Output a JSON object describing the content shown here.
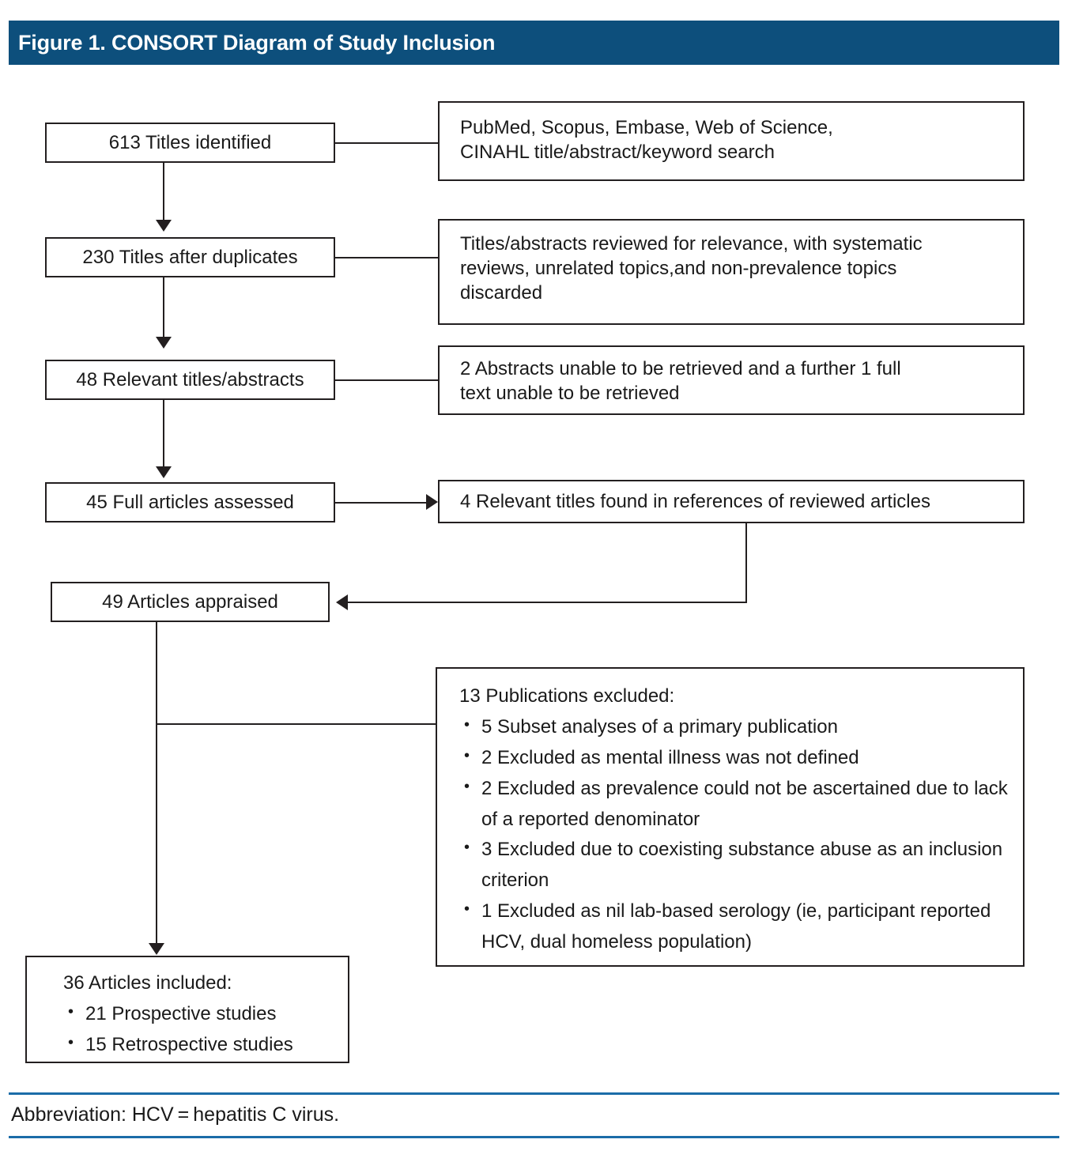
{
  "figure": {
    "title": "Figure 1. CONSORT Diagram of Study Inclusion",
    "header_color": "#0d4f7c",
    "rule_color": "#1b6ca8",
    "box_border_color": "#231f20"
  },
  "flow": {
    "stage_1": {
      "label": "613 Titles identified",
      "note": "PubMed, Scopus, Embase, Web of Science,\nCINAHL title/abstract/keyword search"
    },
    "stage_2": {
      "label": "230 Titles after duplicates",
      "note": "Titles/abstracts reviewed for relevance, with systematic\nreviews, unrelated topics,and non-prevalence topics\ndiscarded"
    },
    "stage_3": {
      "label": "48 Relevant titles/abstracts",
      "note": "2 Abstracts unable to be retrieved and a further 1 full\ntext unable to be retrieved"
    },
    "stage_4": {
      "label": "45 Full articles assessed",
      "note": "4 Relevant titles found in references of reviewed articles"
    },
    "stage_5": {
      "label": "49 Articles appraised"
    },
    "exclusions": {
      "lead": "13 Publications excluded:",
      "items": [
        "5 Subset analyses of a primary publication",
        "2 Excluded as mental illness was not defined",
        "2 Excluded as prevalence could not be ascertained due to lack of a reported denominator",
        "3 Excluded due to coexisting substance abuse as an inclusion criterion",
        "1 Excluded as nil lab-based serology (ie, participant reported HCV, dual homeless population)"
      ]
    },
    "included": {
      "lead": "36 Articles included:",
      "items": [
        "21 Prospective studies",
        "15 Retrospective studies"
      ]
    }
  },
  "footer": {
    "abbreviation": "Abbreviation: HCV = hepatitis C virus."
  },
  "chart_data": {
    "type": "diagram",
    "title": "Figure 1. CONSORT Diagram of Study Inclusion",
    "nodes": [
      {
        "id": "identified",
        "label": "613 Titles identified",
        "value": 613
      },
      {
        "id": "after_duplicates",
        "label": "230 Titles after duplicates",
        "value": 230
      },
      {
        "id": "relevant",
        "label": "48 Relevant titles/abstracts",
        "value": 48
      },
      {
        "id": "full_assessed",
        "label": "45 Full articles assessed",
        "value": 45
      },
      {
        "id": "from_references",
        "label": "4 Relevant titles found in references of reviewed articles",
        "value": 4
      },
      {
        "id": "appraised",
        "label": "49 Articles appraised",
        "value": 49
      },
      {
        "id": "excluded",
        "label": "13 Publications excluded",
        "value": 13
      },
      {
        "id": "included",
        "label": "36 Articles included",
        "value": 36
      }
    ],
    "edges": [
      {
        "from": "identified",
        "to": "after_duplicates"
      },
      {
        "from": "after_duplicates",
        "to": "relevant"
      },
      {
        "from": "relevant",
        "to": "full_assessed"
      },
      {
        "from": "full_assessed",
        "to": "from_references"
      },
      {
        "from": "from_references",
        "to": "appraised"
      },
      {
        "from": "appraised",
        "to": "included"
      },
      {
        "from": "appraised",
        "to": "excluded"
      }
    ],
    "breakdown": {
      "excluded_reasons": [
        {
          "reason": "Subset analyses of a primary publication",
          "count": 5
        },
        {
          "reason": "Excluded as mental illness was not defined",
          "count": 2
        },
        {
          "reason": "Excluded as prevalence could not be ascertained due to lack of a reported denominator",
          "count": 2
        },
        {
          "reason": "Excluded due to coexisting substance abuse as an inclusion criterion",
          "count": 3
        },
        {
          "reason": "Excluded as nil lab-based serology (ie, participant reported HCV, dual homeless population)",
          "count": 1
        }
      ],
      "included_types": [
        {
          "type": "Prospective studies",
          "count": 21
        },
        {
          "type": "Retrospective studies",
          "count": 15
        }
      ]
    }
  }
}
